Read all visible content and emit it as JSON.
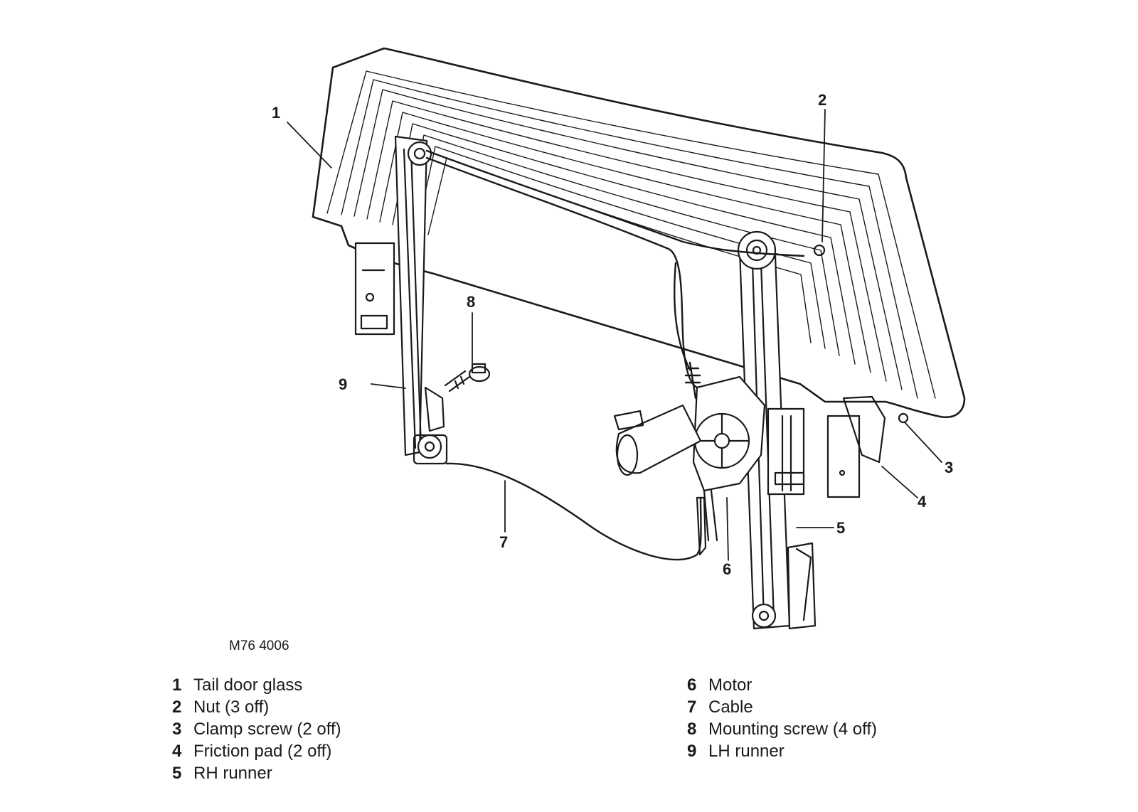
{
  "diagram": {
    "callouts": {
      "c1": "1",
      "c2": "2",
      "c3": "3",
      "c4": "4",
      "c5": "5",
      "c6": "6",
      "c7": "7",
      "c8": "8",
      "c9": "9"
    },
    "reference": "M76 4006"
  },
  "legend": {
    "left": [
      {
        "num": "1",
        "label": "Tail door glass"
      },
      {
        "num": "2",
        "label": "Nut (3 off)"
      },
      {
        "num": "3",
        "label": "Clamp screw (2 off)"
      },
      {
        "num": "4",
        "label": "Friction pad (2 off)"
      },
      {
        "num": "5",
        "label": "RH runner"
      }
    ],
    "right": [
      {
        "num": "6",
        "label": "Motor"
      },
      {
        "num": "7",
        "label": "Cable"
      },
      {
        "num": "8",
        "label": "Mounting screw (4 off)"
      },
      {
        "num": "9",
        "label": "LH runner"
      }
    ]
  },
  "colors": {
    "ink": "#1a1a1a",
    "background": "#ffffff"
  }
}
